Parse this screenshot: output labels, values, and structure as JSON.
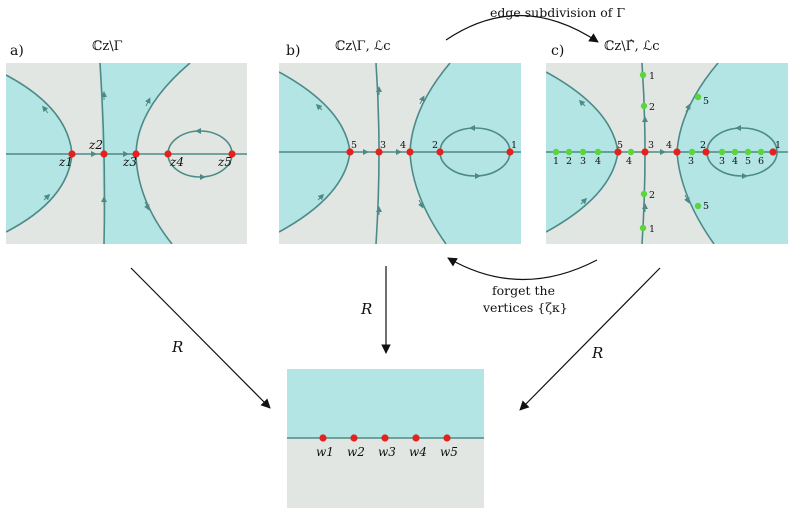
{
  "panels": {
    "a": {
      "label": "a)",
      "title": "ℂz\\Γ",
      "points": [
        "z1",
        "z2",
        "z3",
        "z4",
        "z5"
      ]
    },
    "b": {
      "label": "b)",
      "title": "ℂz\\Γ,  ℒc",
      "vertex_numbers": [
        "5",
        "3",
        "4",
        "2",
        "1"
      ]
    },
    "c": {
      "label": "c)",
      "title": "ℂz\\Γ̂,  ℒc",
      "red_vertex_numbers": [
        "5",
        "3",
        "4",
        "2",
        "1"
      ],
      "green_left": [
        "1",
        "2",
        "3",
        "4"
      ],
      "green_mid": [
        "4",
        "3"
      ],
      "green_right": [
        "3",
        "4",
        "5",
        "6"
      ],
      "green_vertical_top": [
        "1",
        "2"
      ],
      "green_vertical_bottom": [
        "2",
        "1"
      ],
      "green_diag": [
        "5",
        "5"
      ]
    },
    "bottom": {
      "points": [
        "w1",
        "w2",
        "w3",
        "w4",
        "w5"
      ]
    }
  },
  "annotations": {
    "edge_subdivision": "edge subdivision of Γ",
    "forget_line1": "forget the",
    "forget_line2": "vertices {ζκ}",
    "R_left": "R",
    "R_mid": "R",
    "R_right": "R"
  },
  "colors": {
    "cyan_region": "#b2e5e3",
    "gray_region": "#e2e6e3",
    "curve": "#4d8a87",
    "red_vertex": "#e3221f",
    "green_vertex": "#5ad63a"
  }
}
